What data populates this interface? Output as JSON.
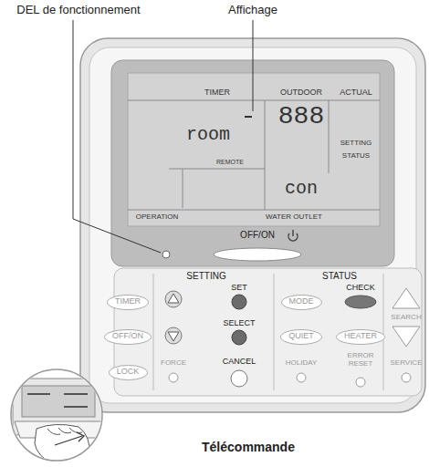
{
  "diagram": {
    "caption": "Télécommande",
    "nodes": [
      {
        "text": [
          "TIMER"
        ]
      },
      {
        "text": [
          "MODE"
        ]
      },
      {
        "text": [
          "OFF/ON"
        ]
      },
      {
        "text": [
          "QUIET"
        ]
      },
      {
        "text": [
          "HEATER"
        ]
      },
      {
        "text": [
          "LOCK"
        ]
      }
    ],
    "labels": [
      "DEL de fonctionnement",
      "Affichage",
      "TIMER",
      "OUTDOOR",
      "ACTUAL",
      "888",
      "SETTING",
      "STATUS",
      "room",
      "REMOTE",
      "con",
      "OPERATION",
      "WATER OUTLET",
      "OFF/ON",
      "SETTING",
      "STATUS",
      "SET",
      "CHECK",
      "SELECT",
      "SEARCH",
      "FORCE",
      "CANCEL",
      "HOLIDAY",
      "ERROR RESET",
      "SERVICE"
    ]
  }
}
